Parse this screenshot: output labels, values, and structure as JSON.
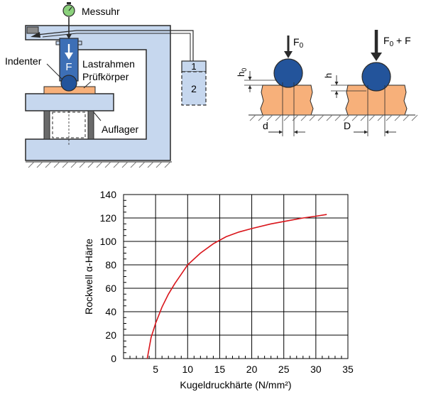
{
  "machine": {
    "labels": {
      "gauge": "Messuhr",
      "indenter": "Indenter",
      "force": "F",
      "frame": "Lastrahmen",
      "specimen": "Prüfkörper",
      "support": "Auflager",
      "box_top": "1",
      "box_bottom": "2"
    }
  },
  "indentation": {
    "left": {
      "force": "F",
      "force_sub": "0",
      "height": "h",
      "height_sub": "0",
      "diameter": "d"
    },
    "right": {
      "force": "F",
      "force_sub": "0",
      "force_suffix": " + F",
      "height": "h",
      "diameter": "D"
    }
  },
  "colors": {
    "frame": "#c6d7ee",
    "specimen": "#f7b07a",
    "ball": "#23549b",
    "curve": "#d9151b",
    "dark": "#2a2a2a"
  },
  "chart_data": {
    "type": "line",
    "xlabel": "Kugeldruckhärte (N/mm²)",
    "ylabel": "Rockwell α-Härte",
    "xlim": [
      0,
      35
    ],
    "ylim": [
      0,
      140
    ],
    "xticks": [
      5,
      10,
      15,
      20,
      25,
      30,
      35
    ],
    "yticks": [
      0,
      20,
      40,
      60,
      80,
      100,
      120,
      140
    ],
    "grid": true,
    "series": [
      {
        "x": [
          3.7,
          4.3,
          5,
          6,
          7,
          8,
          9,
          10,
          12,
          14,
          16,
          18,
          20,
          23,
          26,
          28,
          30,
          31.7
        ],
        "y": [
          0,
          18,
          30,
          44,
          55,
          64,
          72,
          80,
          90,
          98,
          104,
          108,
          111,
          115,
          118,
          120,
          121.5,
          123
        ]
      }
    ]
  }
}
